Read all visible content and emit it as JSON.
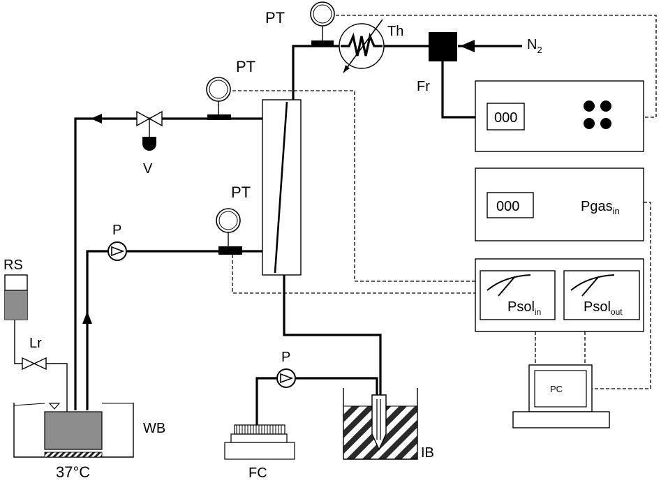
{
  "labels": {
    "pt_top": "PT",
    "pt_mid": "PT",
    "pt_low": "PT",
    "th": "Th",
    "n2_main": "N",
    "n2_sub": "2",
    "fr": "Fr",
    "v": "V",
    "p_left": "P",
    "p_bottom": "P",
    "rs": "RS",
    "lr": "Lr",
    "wb": "WB",
    "temp": "37°C",
    "fc": "FC",
    "ib": "IB",
    "pc": "PC",
    "display_top": "000",
    "display_mid": "000",
    "pgas_main": "Pgas",
    "pgas_sub": "in",
    "psol_in_main": "Psol",
    "psol_in_sub": "in",
    "psol_out_main": "Psol",
    "psol_out_sub": "out"
  }
}
